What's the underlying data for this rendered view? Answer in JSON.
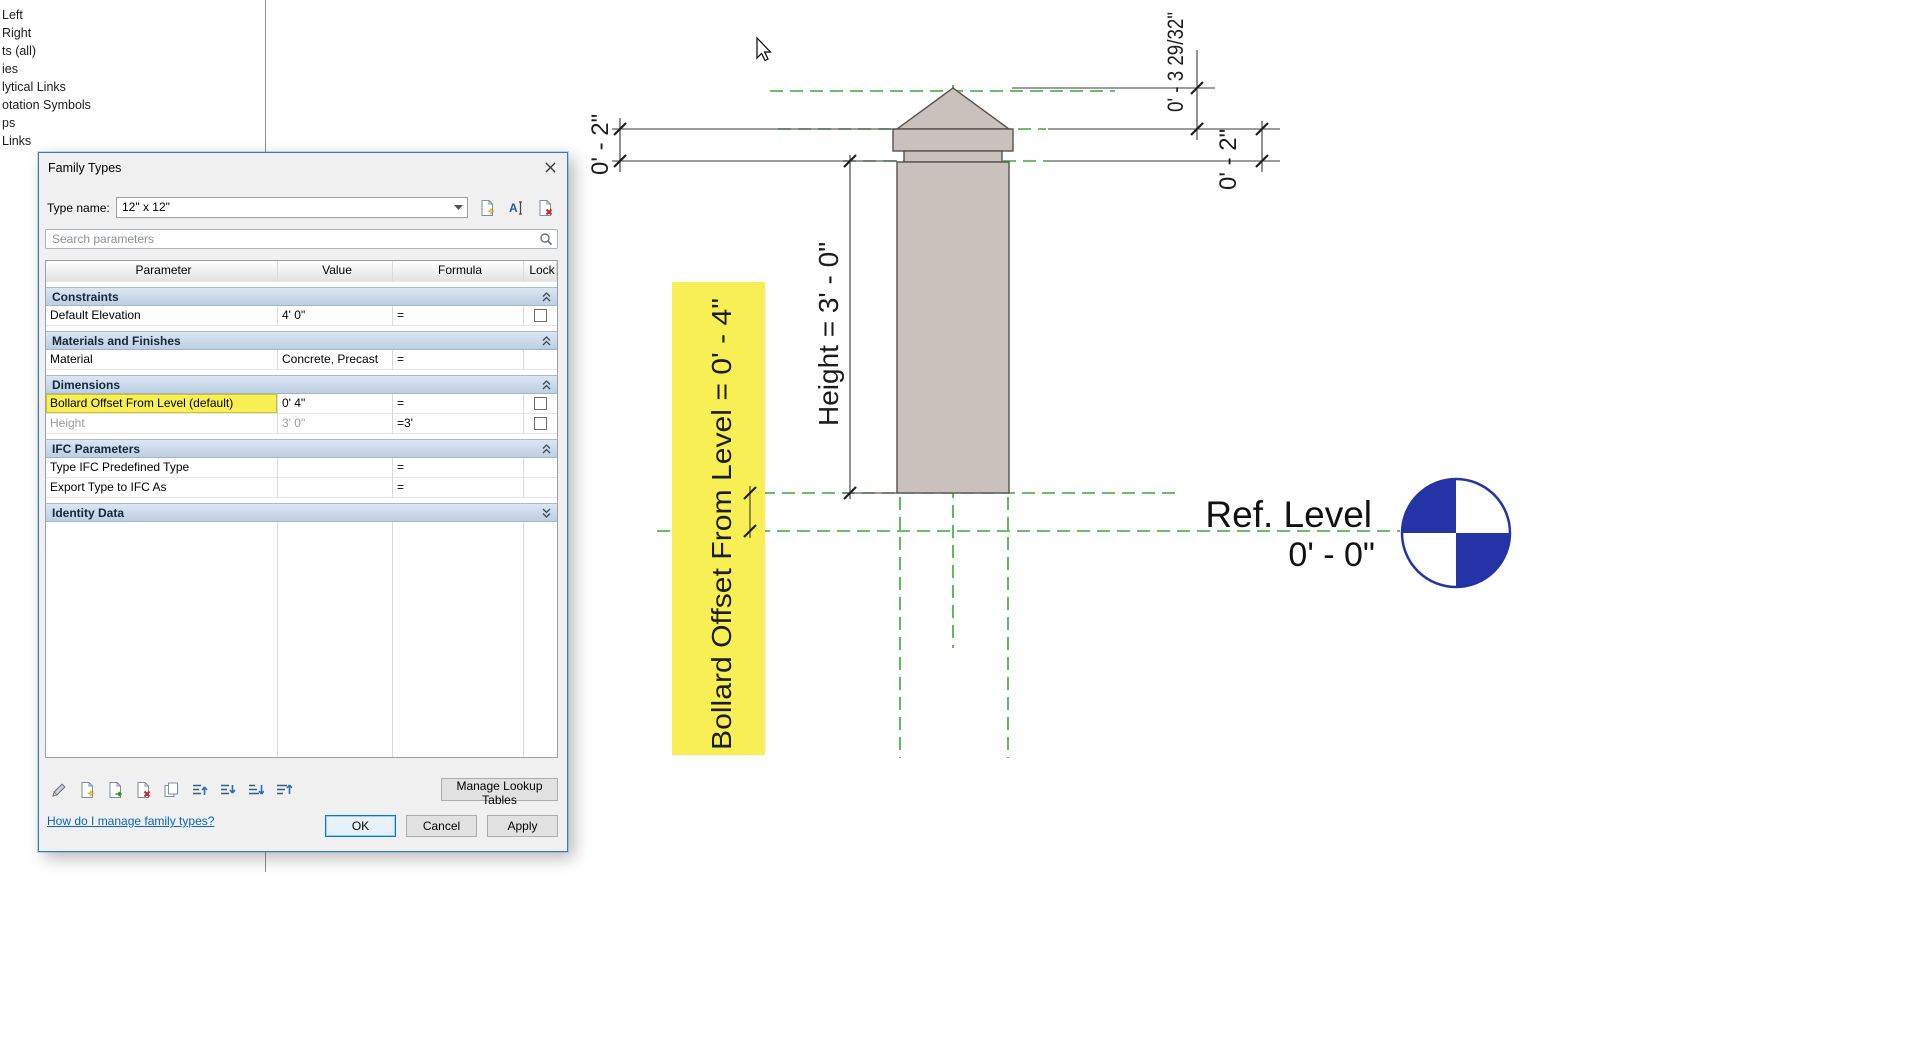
{
  "browser": {
    "items": [
      "Left",
      "Right",
      "ts (all)",
      "ies",
      "lytical Links",
      "otation Symbols",
      "ps",
      "Links"
    ]
  },
  "dialog": {
    "title": "Family Types",
    "type_name": {
      "label": "Type name:",
      "value": "12\" x 12\""
    },
    "type_icons": [
      "new-type-icon",
      "rename-type-icon",
      "delete-type-icon"
    ],
    "search": {
      "placeholder": "Search parameters"
    },
    "table": {
      "headers": [
        "Parameter",
        "Value",
        "Formula",
        "Lock"
      ],
      "sections": [
        {
          "label": "Constraints",
          "collapsed": false,
          "rows": [
            {
              "param": "Default Elevation",
              "value": "4'  0\"",
              "formula": "=",
              "lock": true
            }
          ]
        },
        {
          "label": "Materials and Finishes",
          "collapsed": false,
          "rows": [
            {
              "param": "Material",
              "value": "Concrete, Precast",
              "formula": "=",
              "lock": false
            }
          ]
        },
        {
          "label": "Dimensions",
          "collapsed": false,
          "rows": [
            {
              "param": "Bollard Offset From Level (default)",
              "value": "0'  4\"",
              "formula": "=",
              "lock": true,
              "highlight": true
            },
            {
              "param": "Height",
              "value": "3'  0\"",
              "formula": "=3'",
              "lock": true,
              "disabled": true
            }
          ]
        },
        {
          "label": "IFC Parameters",
          "collapsed": false,
          "rows": [
            {
              "param": "Type IFC Predefined Type",
              "value": "",
              "formula": "=",
              "lock": false
            },
            {
              "param": "Export Type to IFC As",
              "value": "",
              "formula": "=",
              "lock": false
            }
          ]
        },
        {
          "label": "Identity Data",
          "collapsed": true,
          "rows": []
        }
      ]
    },
    "toolbar_icons": [
      "edit-parameter-icon",
      "new-parameter-icon",
      "import-parameter-icon",
      "delete-parameter-icon",
      "copy-parameter-icon",
      "move-up-icon",
      "move-down-icon",
      "sort-ascending-icon",
      "sort-descending-icon"
    ],
    "manage_lookup_label": "Manage Lookup Tables",
    "help_link": "How do I manage family types?",
    "buttons": {
      "ok": "OK",
      "cancel": "Cancel",
      "apply": "Apply"
    }
  },
  "drawing": {
    "dim_cap_left": "0' - 2\"",
    "dim_apex": "0' - 3 29/32\"",
    "dim_cap_right": "0' - 2\"",
    "dim_height": "Height = 3' - 0\"",
    "dim_offset": "Bollard Offset From Level = 0' - 4\"",
    "ref_level": {
      "name": "Ref. Level",
      "elevation": "0' - 0\""
    },
    "colors": {
      "reference_green": "#3aa63c",
      "bollard_fill": "#c9c1bc",
      "level_blue": "#2433a5",
      "highlight_yellow": "#f8ef55"
    }
  }
}
